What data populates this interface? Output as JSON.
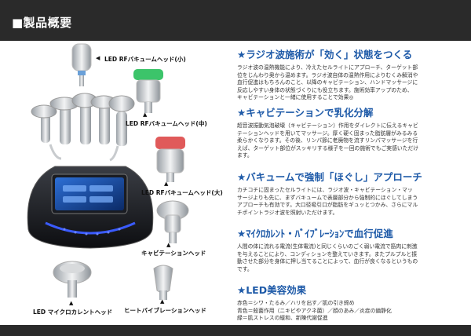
{
  "header": {
    "title": "■製品概要"
  },
  "labels": {
    "led_rf_small": "LED RFバキュームヘッド(小)",
    "led_rf_medium": "LED RFバキュームヘッド(中)",
    "led_rf_large": "LED RFバキュームヘッド(大)",
    "cavitation": "キャビテーションヘッド",
    "led_microcurrent": "LED マイクロカレントヘッド",
    "heat_vibration": "ヒートバイブレーションヘッド"
  },
  "sections": [
    {
      "title": "★ラジオ波施術が「効く」状態をつくる",
      "lines": [
        "ラジオ波の温熱機能により、冷えたセルライトにアプローチ、ターゲット部",
        "位をじんわり奥から温めます。ラジオ波自体の温熱作用によりむくみ解消や",
        "血行促進はもちろんのこと、以降のキャビテーション、ハンドマッサージに",
        "反応しやすい身体の状態づくりにも役立ちます。施術効率アップのため、",
        "キャビテーションと一緒に使用することで効果◎"
      ]
    },
    {
      "title": "★キャビテーションで乳化分解",
      "lines": [
        "超音波振動気泡破壊（キャビテーション）作用をダイレクトに伝えるキャビ",
        "テーションヘッドを用いてマッサージ。厚く硬く固まった脂肪層がみるみる",
        "柔らかくなります。その後、リンパ節に老廃物を流すリンパマッサージを行",
        "えば、ターゲット部位がスッキリする様子を一回の施術でもご実感いただけ",
        "ます。"
      ]
    },
    {
      "title": "★バキュームで強制「ほぐし」アプローチ",
      "lines": [
        "カチコチに固まったセルライトには、ラジオ波・キャビテーション・マッ",
        "サージよりも先に、まずバキュームで表層部分から強制的にほぐしてしまう",
        "アプローチも有効です。大口径吸引口が脂肪をギュッとつかみ、さらにマル",
        "チポイントラジオ波を照射いただけます。"
      ]
    },
    {
      "title": "★ﾏｲｸﾛｶﾚﾝﾄ・ﾊﾞｲﾌﾞﾚｰｼｮﾝで血行促進",
      "lines": [
        "人間の体に流れる電流(生体電流)と同じくらいのごく弱い電流で筋肉に刺激",
        "を与えることにより、コンディションを整えていきます。またプルプルと振",
        "動させた部分を身体に押し当てることによって、血行が良くなるというもの",
        "です。"
      ]
    },
    {
      "title": "★LED美容効果",
      "lines": [
        "赤色＝シワ・たるみ／ハリを出す／肌の引き締め",
        "青色＝殺菌作用（ニキビやアクネ菌）／顔のあみ／炎症の鎮静化",
        "緑＝肌ストレスの緩和、新陳代謝促進"
      ]
    }
  ],
  "colors": {
    "header_bg": "#2a2a2a",
    "title_blue": "#1e5aa8",
    "led_green": "#3cc46a",
    "led_red": "#e05a5a",
    "led_blue": "#3a5bff"
  }
}
